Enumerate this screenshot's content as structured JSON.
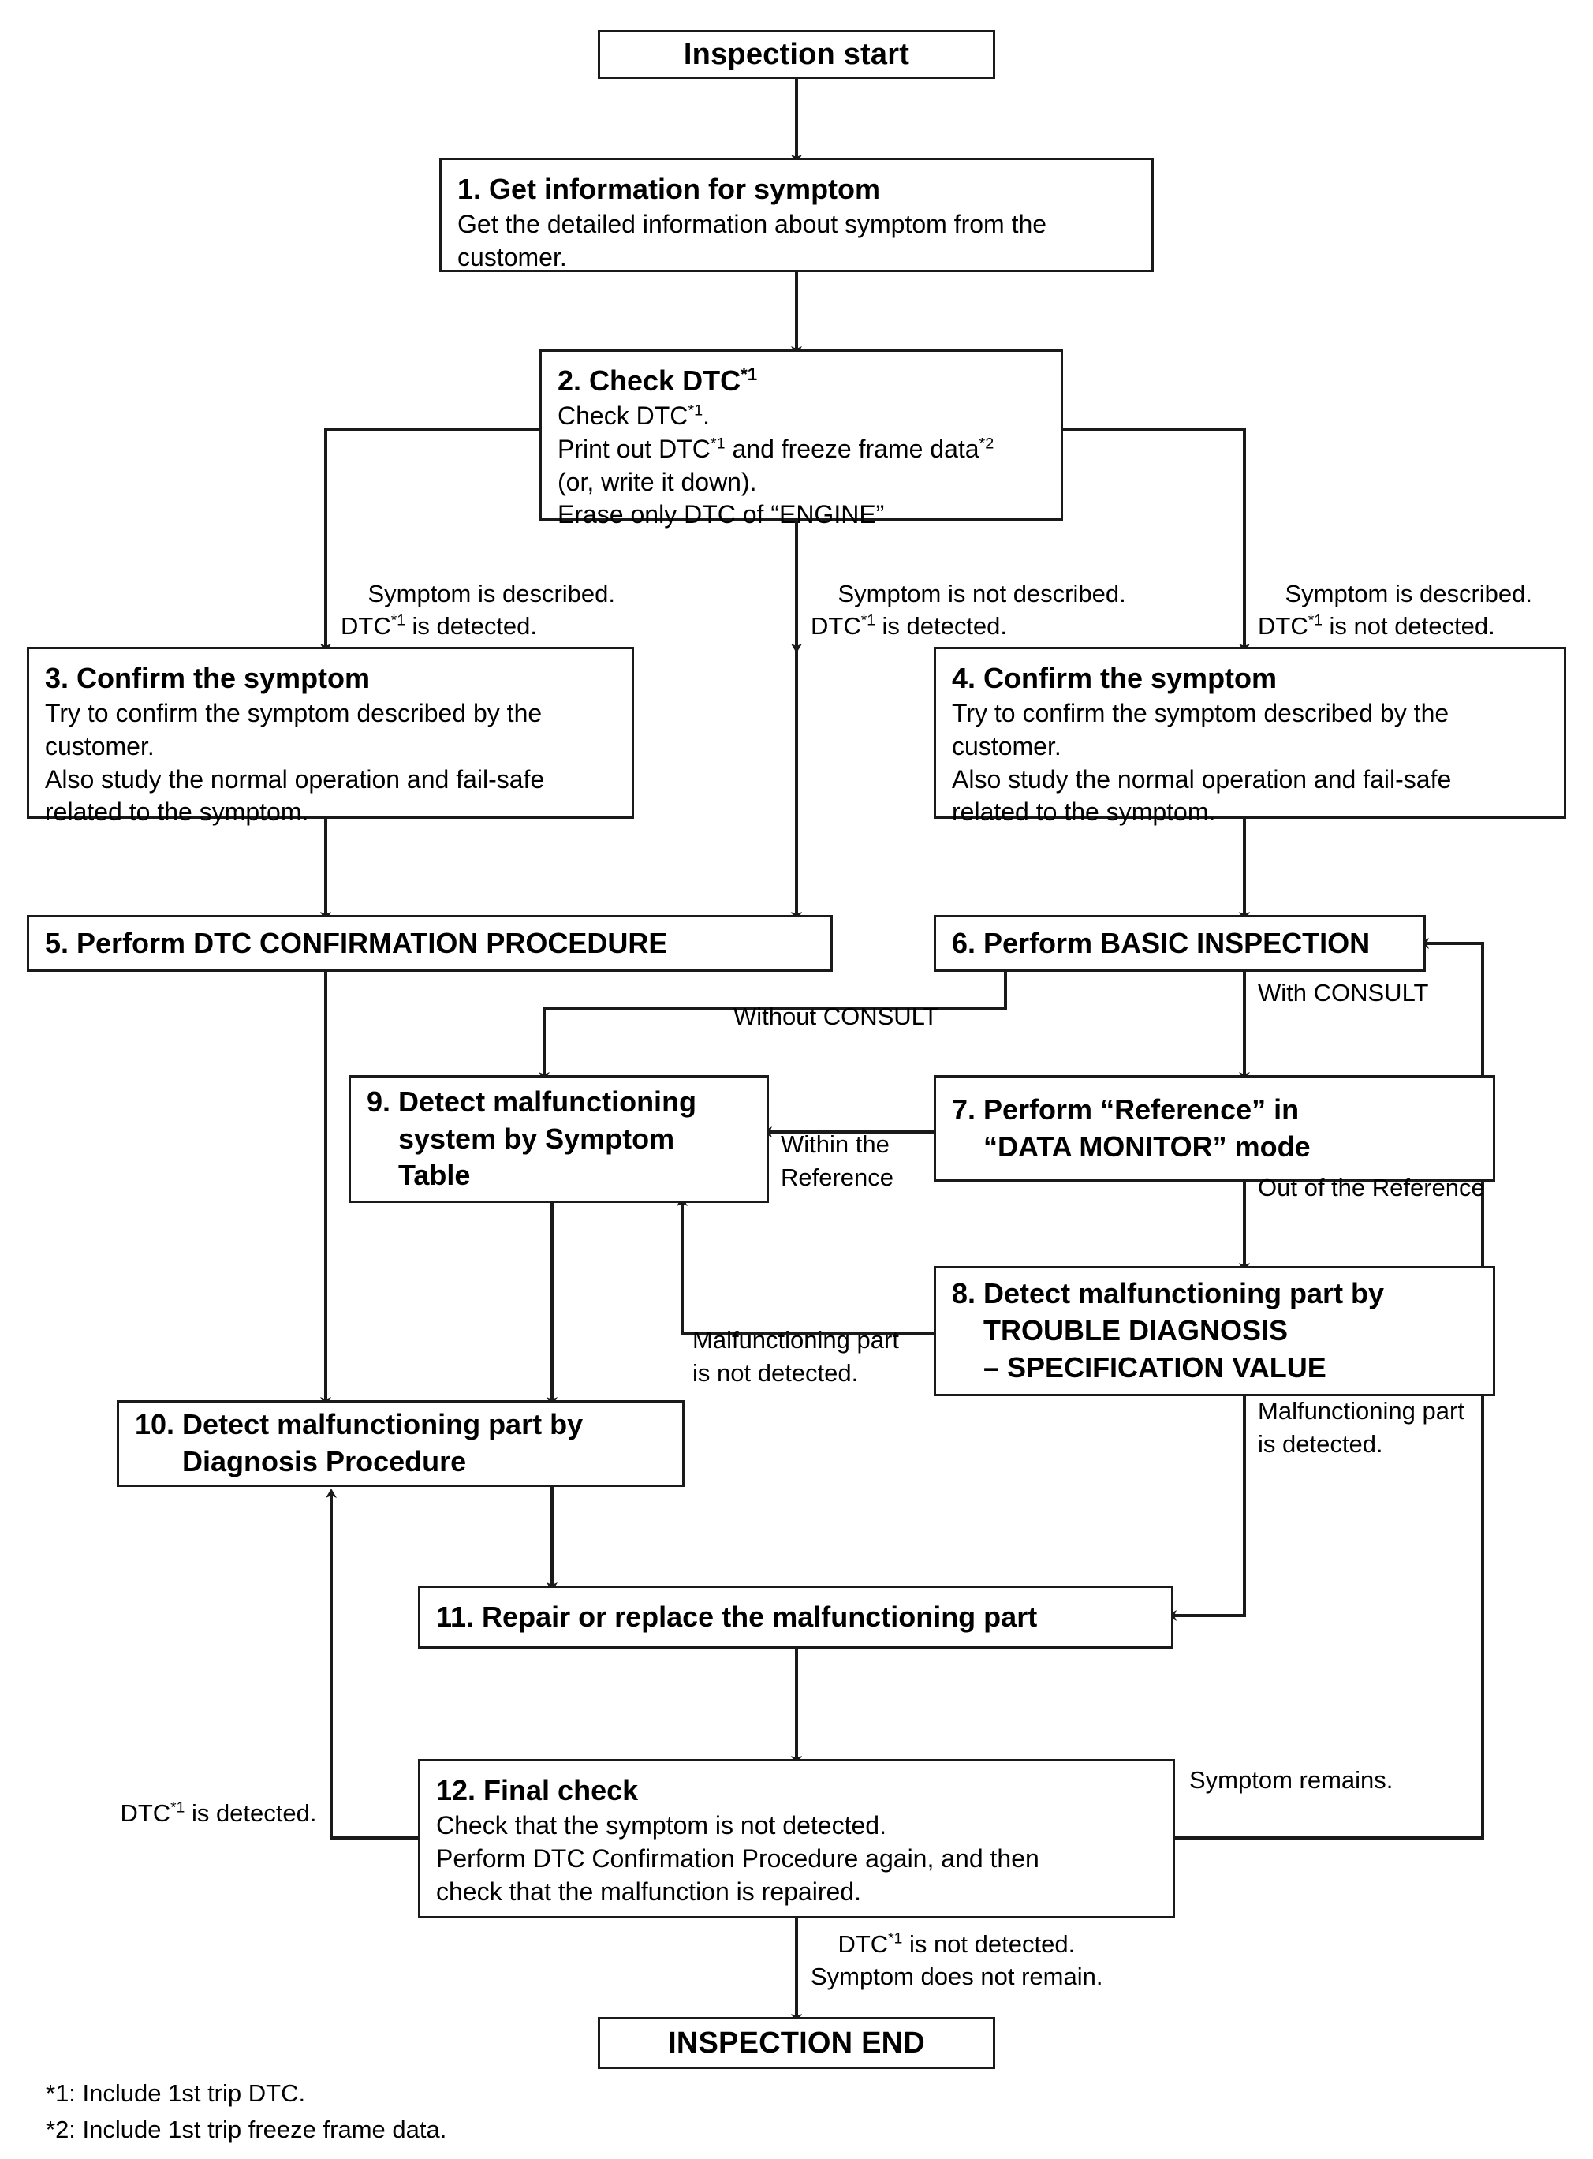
{
  "diagram": {
    "title": "Work Flow - Inspection procedure",
    "nodes": {
      "start": {
        "label": "Inspection start"
      },
      "n1": {
        "title": "1. Get information for symptom",
        "lines": [
          "Get the detailed information about symptom from the",
          "customer."
        ]
      },
      "n2": {
        "title": "2. Check DTC*1",
        "lines": [
          "Check DTC*1.",
          "Print out DTC*1 and freeze frame data*2",
          "(or, write it down).",
          "Erase only DTC of “ENGINE”"
        ]
      },
      "n3": {
        "title": "3. Confirm the symptom",
        "lines": [
          "Try to confirm the symptom described by the",
          "customer.",
          "Also study the normal operation and fail-safe",
          "related to the symptom."
        ]
      },
      "n4": {
        "title": "4. Confirm the symptom",
        "lines": [
          "Try to confirm the symptom described by the",
          "customer.",
          "Also study the normal operation and fail-safe",
          "related to the symptom."
        ]
      },
      "n5": {
        "title": "5. Perform DTC CONFIRMATION PROCEDURE"
      },
      "n6": {
        "title": "6. Perform BASIC INSPECTION"
      },
      "n7": {
        "title": "7. Perform “Reference” in\n    “DATA MONITOR” mode"
      },
      "n8": {
        "title": "8. Detect malfunctioning part by\n    TROUBLE DIAGNOSIS\n    – SPECIFICATION VALUE"
      },
      "n9": {
        "title": "9. Detect malfunctioning\n    system by Symptom\n    Table"
      },
      "n10": {
        "title": "10. Detect malfunctioning part by\n      Diagnosis Procedure"
      },
      "n11": {
        "title": "11. Repair or replace the malfunctioning part"
      },
      "n12": {
        "title": "12. Final check",
        "lines": [
          "Check that the symptom is not detected.",
          "Perform DTC Confirmation Procedure again, and then",
          "check that the malfunction is repaired."
        ]
      },
      "end": {
        "label": "INSPECTION END"
      }
    },
    "edge_labels": {
      "branch_left": "Symptom is described.\nDTC*1 is detected.",
      "branch_mid": "Symptom is not described.\nDTC*1 is detected.",
      "branch_right": "Symptom is described.\nDTC*1 is not detected.",
      "with_consult": "With CONSULT",
      "without_consult": "Without CONSULT",
      "within_reference": "Within the\nReference",
      "out_of_reference": "Out of the Reference",
      "part_not_detected": "Malfunctioning part\nis not detected.",
      "part_detected": "Malfunctioning part\nis detected.",
      "dtc_detected": "DTC*1 is detected.",
      "symptom_remains": "Symptom remains.",
      "final_pass": "DTC*1 is not detected.\nSymptom does not remain."
    },
    "footnotes": [
      "*1: Include 1st trip DTC.",
      "*2: Include 1st trip freeze frame data."
    ],
    "colors": {
      "line": "#1a1a1a",
      "text": "#000000",
      "background": "#ffffff"
    }
  }
}
